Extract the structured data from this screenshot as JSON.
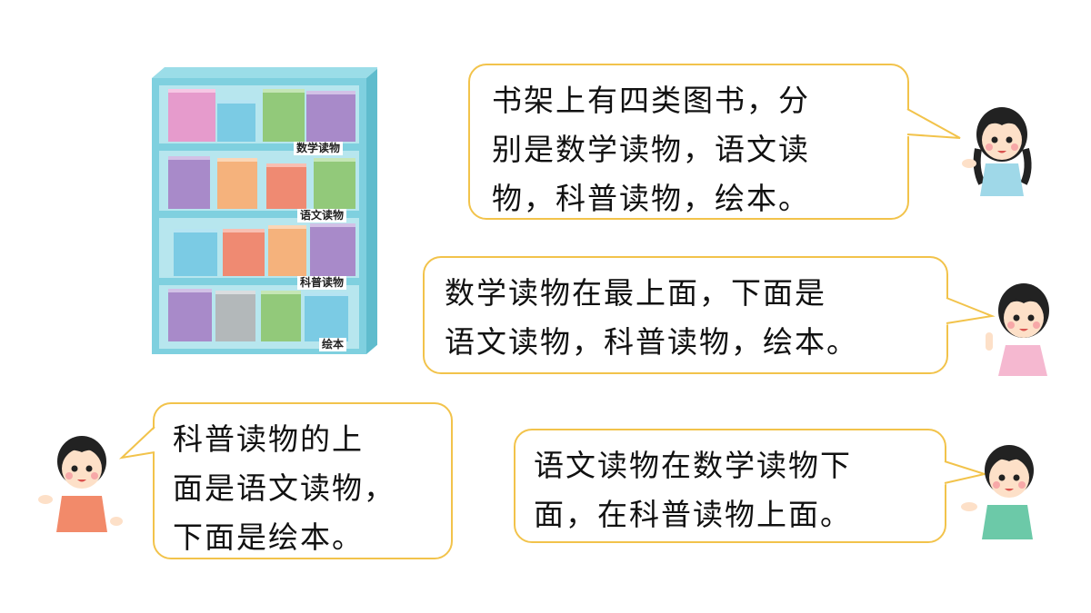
{
  "bookshelf": {
    "labels": [
      "数学读物",
      "语文读物",
      "科普读物",
      "绘本"
    ]
  },
  "bubbles": {
    "girl1": [
      "书架上有四类图书，分",
      "别是数学读物，语文读",
      "物，科普读物，绘本。"
    ],
    "girl2": [
      "数学读物在最上面，下面是",
      "语文读物，科普读物，绘本。"
    ],
    "boy1": [
      "科普读物的上",
      "面是语文读物，",
      "下面是绘本。"
    ],
    "boy2": [
      "语文读物在数学读物下",
      "面，在科普读物上面。"
    ]
  },
  "colors": {
    "bubble_border": "#f2c34b",
    "shelf_frame": "#7fd0df",
    "shelf_inner": "#b7e6ee"
  }
}
